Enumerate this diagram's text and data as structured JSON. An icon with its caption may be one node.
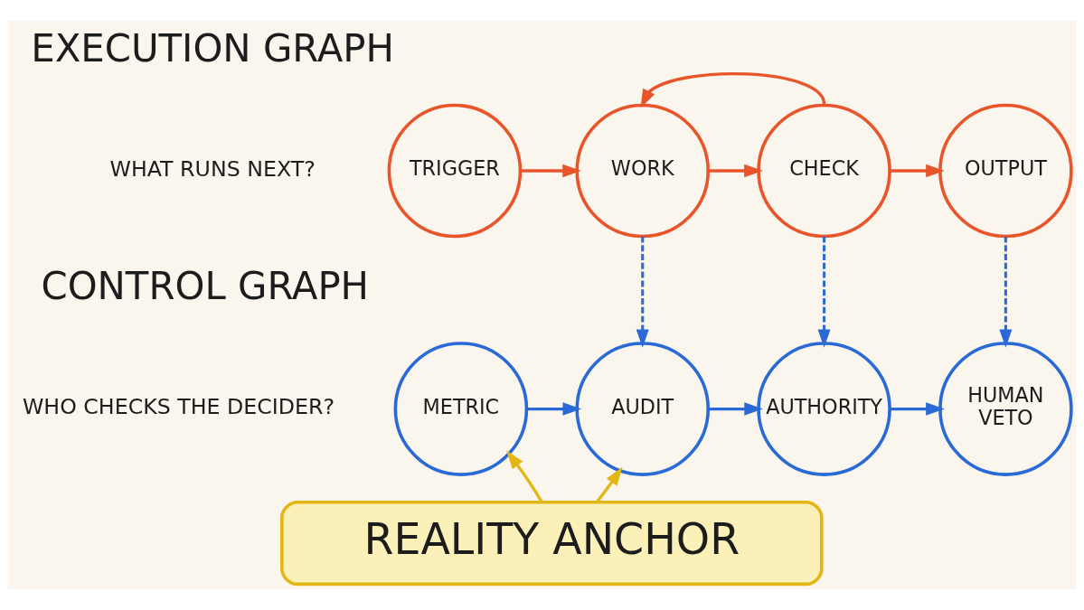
{
  "diagram": {
    "nodes": [
      {
        "text": [
          "TRIGGER"
        ]
      },
      {
        "text": [
          "WORK"
        ]
      },
      {
        "text": [
          "CHECK"
        ]
      },
      {
        "text": [
          "OUTPUT"
        ]
      },
      {
        "text": [
          "METRIC"
        ]
      },
      {
        "text": [
          "AUDIT"
        ]
      },
      {
        "text": [
          "AUTHORITY"
        ]
      },
      {
        "text": [
          "HUMAN VETO"
        ]
      },
      {
        "text": [
          "REALITY ANCHOR"
        ]
      }
    ],
    "edges": [
      {
        "from": 0,
        "to": 1,
        "arrow": "to",
        "color": "#e8552b"
      },
      {
        "from": 1,
        "to": 2,
        "arrow": "to",
        "color": "#e8552b"
      },
      {
        "from": 2,
        "to": 3,
        "arrow": "to",
        "color": "#e8552b"
      },
      {
        "from": 2,
        "to": 1,
        "arrow": "to",
        "color": "#e8552b"
      },
      {
        "from": 1,
        "to": 5,
        "arrow": "to",
        "style": "dashed"
      },
      {
        "from": 2,
        "to": 6,
        "arrow": "to",
        "style": "dashed"
      },
      {
        "from": 3,
        "to": 7,
        "arrow": "to",
        "style": "dashed"
      },
      {
        "from": 4,
        "to": 5,
        "arrow": "to"
      },
      {
        "from": 5,
        "to": 6,
        "arrow": "to"
      },
      {
        "from": 6,
        "to": 7,
        "arrow": "to"
      },
      {
        "from": 8,
        "to": 4,
        "arrow": "to",
        "color": "#e2b614"
      },
      {
        "from": 8,
        "to": 5,
        "arrow": "to",
        "color": "#e2b614"
      }
    ],
    "labels": [
      "EXECUTION GRAPH",
      "WHAT RUNS NEXT?",
      "CONTROL GRAPH",
      "WHO CHECKS THE DECIDER?"
    ]
  }
}
